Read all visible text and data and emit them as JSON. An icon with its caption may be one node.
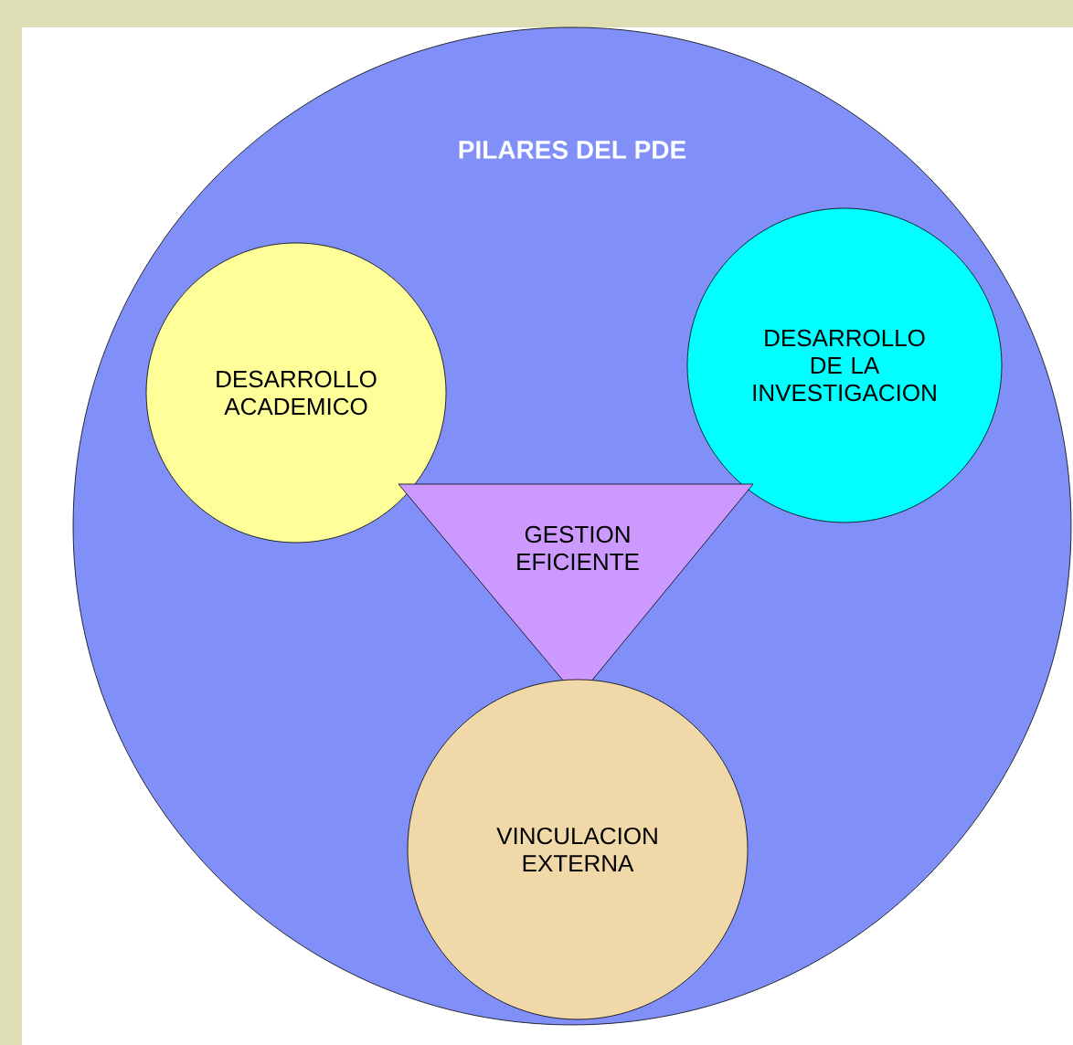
{
  "diagram": {
    "nodes": [
      {
        "text": [
          "PILARES DEL PDE"
        ]
      },
      {
        "text": [
          "DESARROLLO ACADEMICO"
        ],
        "in": 0
      },
      {
        "text": [
          "DESARROLLO DE LA INVESTIGACION"
        ],
        "in": 0
      },
      {
        "text": [
          "GESTION EFICIENTE"
        ],
        "in": 0
      },
      {
        "text": [
          "VINCULACION EXTERNA"
        ],
        "in": 0
      }
    ]
  }
}
